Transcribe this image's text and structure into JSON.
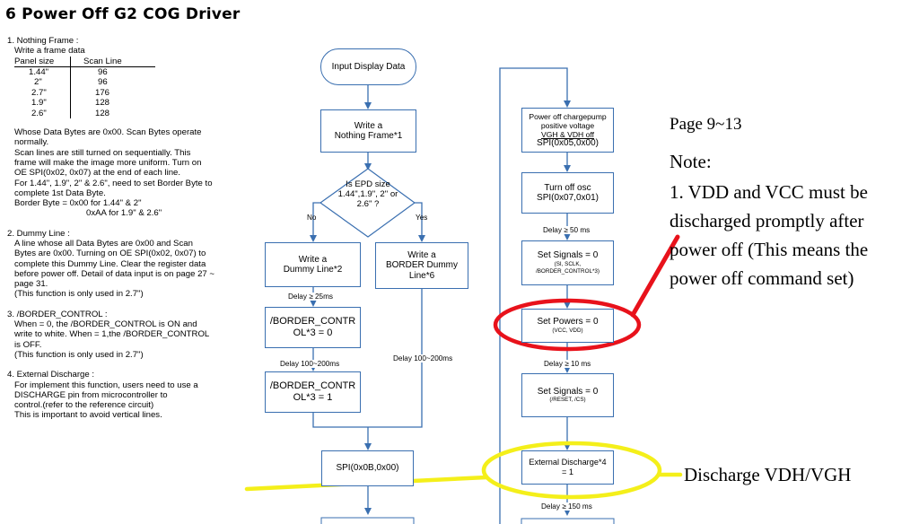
{
  "page": {
    "title": "6   Power Off G2 COG Driver"
  },
  "notes": {
    "n1_title": "1. Nothing Frame :",
    "n1_sub": "Write a frame data",
    "table_headers": [
      "Panel size",
      "Scan Line"
    ],
    "table_rows": [
      [
        "1.44\"",
        "96"
      ],
      [
        "2\"",
        "96"
      ],
      [
        "2.7\"",
        "176"
      ],
      [
        "1.9\"",
        "128"
      ],
      [
        "2.6\"",
        "128"
      ]
    ],
    "n1_text": [
      "Whose Data Bytes are 0x00. Scan Bytes operate",
      "normally.",
      "Scan lines are still turned on sequentially. This",
      "frame will make the image more uniform. Turn on",
      "OE SPI(0x02, 0x07) at the end of each line.",
      "For 1.44\", 1.9\", 2\" & 2.6\", need to set Border Byte to",
      "complete 1st Data Byte.",
      "Border Byte = 0x00 for 1.44\" & 2\"",
      "0xAA for 1.9\" & 2.6\""
    ],
    "n2_title": "2. Dummy Line :",
    "n2_text": [
      "A line whose all Data Bytes are 0x00 and Scan",
      "Bytes are 0x00. Turning on OE SPI(0x02, 0x07) to",
      "complete this Dummy Line. Clear the register data",
      "before power off. Detail of data input is on page 27 ~",
      "page 31.",
      "(This function is only used in 2.7\")"
    ],
    "n3_title": "3. /BORDER_CONTROL :",
    "n3_text": [
      "When = 0, the /BORDER_CONTROL is ON and",
      "write to white. When = 1,the  /BORDER_CONTROL",
      "is OFF.",
      "(This function is only used in 2.7\")"
    ],
    "n4_title": "4. External Discharge :",
    "n4_text": [
      "For implement this function, users need to use a",
      "DISCHARGE pin from microcontroller to",
      "control.(refer to the reference circuit)",
      "This is important to avoid vertical lines."
    ]
  },
  "flow": {
    "start": "Input Display Data",
    "nothing_frame_1": "Write a",
    "nothing_frame_2": "Nothing Frame*1",
    "decision_1": "Is EPD size",
    "decision_2": "1.44\",1.9\", 2\" or",
    "decision_3": "2.6\" ?",
    "no": "No",
    "yes": "Yes",
    "dummy_line_1": "Write a",
    "dummy_line_2": "Dummy Line*2",
    "border_dummy_1": "Write a",
    "border_dummy_2": "BORDER Dummy",
    "border_dummy_3": "Line*6",
    "delay_25": "Delay ≥ 25ms",
    "border_ctrl_0_1": "/BORDER_CONTR",
    "border_ctrl_0_2": "OL*3 = 0",
    "delay_100_a": "Delay 100~200ms",
    "delay_100_b": "Delay 100~200ms",
    "border_ctrl_1_1": "/BORDER_CONTR",
    "border_ctrl_1_2": "OL*3 = 1",
    "spi_0b": "SPI(0x0B,0x00)",
    "chargepump_1": "Power off chargepump",
    "chargepump_2": "positive voltage",
    "chargepump_3": "VGH & VDH off",
    "chargepump_4": "SPI(0x05,0x00)",
    "osc_1": "Turn off osc",
    "osc_2": "SPI(0x07,0x01)",
    "delay_50": "Delay ≥ 50 ms",
    "signals_1a": "Set Signals = 0",
    "signals_1b": "(SI, SCLK,",
    "signals_1c": "/BORDER_CONTROL*3)",
    "powers_a": "Set Powers = 0",
    "powers_b": "(VCC, VDD)",
    "delay_10": "Delay ≥ 10 ms",
    "signals_2a": "Set Signals = 0",
    "signals_2b": "(/RESET, /CS)",
    "ext_1": "External Discharge*4",
    "ext_2": "= 1",
    "delay_150": "Delay ≥ 150 ms"
  },
  "annotations": {
    "page_ref": "Page 9~13",
    "note_head": "Note:",
    "note_lines": [
      "1. VDD and VCC must be",
      "discharged promptly after",
      "power off (This means the",
      "power off command set)"
    ],
    "discharge": "Discharge VDH/VGH"
  },
  "colors": {
    "flow_line": "#3a6fb0",
    "red_mark": "#e8121b",
    "yellow_mark": "#f4ef1a"
  }
}
